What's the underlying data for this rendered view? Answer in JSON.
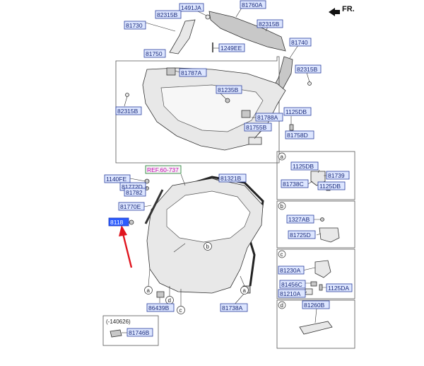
{
  "labels": {
    "p1491ja": "1491JA",
    "p81760a": "81760A",
    "p82315b_a": "82315B",
    "p82315b_b": "82315B",
    "p81730": "81730",
    "p1249ee": "1249EE",
    "p81740": "81740",
    "p82315b_c": "82315B",
    "p81750": "81750",
    "p81787a": "81787A",
    "p81235b": "81235B",
    "p82315b_d": "82315B",
    "p81788a": "81788A",
    "p1125db_a": "1125DB",
    "p81755b": "81755B",
    "p81758d": "81758D",
    "ref": "REF.60-737",
    "p81321b": "81321B",
    "p1140fe": "1140FE",
    "p81772d": "81772D",
    "p81782": "81782",
    "p81770e": "81770E",
    "p8118x": "8118",
    "p86439b": "86439B",
    "p81738a": "81738A",
    "p1125db_b": "1125DB",
    "p81739": "81739",
    "p81738c": "81738C",
    "p1125db_c": "1125DB",
    "p1327ab": "1327AB",
    "p81725d": "81725D",
    "p81230a": "81230A",
    "p81456c": "81456C",
    "p1125da": "1125DA",
    "p81210a": "81210A",
    "p81260b": "81260B",
    "p81746b": "81746B"
  },
  "text": {
    "orientation": "FR.",
    "date_note": "(-140626)",
    "a": "a",
    "b": "b",
    "c": "c",
    "d": "d"
  },
  "colors": {
    "label_fill": "#dde6ff",
    "label_stroke": "#2a3f9f",
    "highlight_fill": "#2b5cff",
    "ref_text": "#c800b4",
    "arrow": "#e0141e"
  },
  "icons": [
    "fr-arrow-icon",
    "red-pointer-arrow-icon"
  ]
}
